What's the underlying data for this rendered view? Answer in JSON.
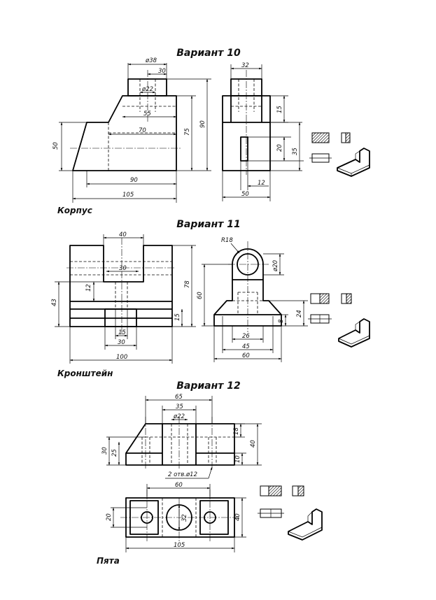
{
  "variants": [
    {
      "title": "Вариант 10",
      "part_name": "Корпус",
      "dims": {
        "d38": "ø38",
        "d30": "30",
        "d22": "ø22",
        "d55": "55",
        "d70": "70",
        "d50": "50",
        "d90": "90",
        "d105": "105",
        "d75": "75",
        "d90v": "90",
        "s32": "32",
        "s15": "15",
        "s20": "20",
        "s35": "35",
        "s12": "12",
        "s50": "50"
      }
    },
    {
      "title": "Вариант 11",
      "part_name": "Кронштейн",
      "dims": {
        "d40": "40",
        "d30a": "30",
        "d12": "12",
        "d43": "43",
        "d78": "78",
        "d15v": "15",
        "d15": "15",
        "d30": "30",
        "d100": "100",
        "r18": "R18",
        "d20": "ø20",
        "d60v": "60",
        "d24": "24",
        "d8": "8",
        "d26": "26",
        "d45": "45",
        "d60": "60"
      }
    },
    {
      "title": "Вариант 12",
      "part_name": "Пята",
      "dims": {
        "d65": "65",
        "d35": "35",
        "d22": "ø22",
        "d18": "18",
        "d30": "30",
        "d25": "25",
        "d40v": "40",
        "d10": "10",
        "holes": "2 отв.ø12",
        "d60": "60",
        "p20": "20",
        "p32": "32",
        "p40": "40",
        "p105": "105"
      }
    }
  ]
}
